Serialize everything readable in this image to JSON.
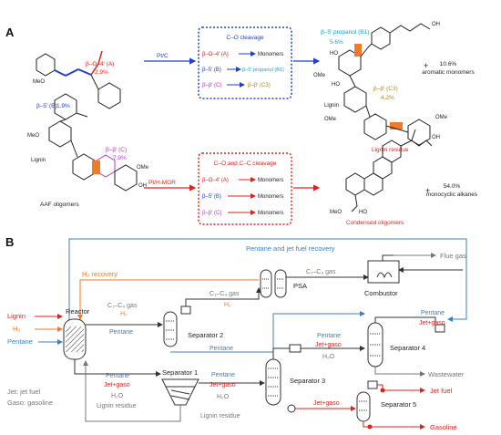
{
  "colors": {
    "blue": "#1f3fd6",
    "red": "#e0221c",
    "orange": "#f07a2a",
    "cyan": "#1a9fc3",
    "magenta": "#b23ac8",
    "olive": "#b08a28",
    "grey": "#777777",
    "steel": "#3f7fbf"
  },
  "panelA": {
    "label": "A",
    "catalyst_top": "Pt/C",
    "catalyst_bottom": "Pt/H-MOR",
    "box_top": {
      "title": "C–O cleavage",
      "rows": [
        {
          "left": "β–O–4′ (A)",
          "right": "Monomers"
        },
        {
          "left": "β–5′ (B)",
          "right": "β–5′ propanol (B1)"
        },
        {
          "left": "β–β′ (C)",
          "right": "β–β′ (C3)"
        }
      ]
    },
    "box_bottom": {
      "title": "C–O and C–C cleavage",
      "rows": [
        {
          "left": "β–O–4′ (A)",
          "right": "Monomers"
        },
        {
          "left": "β–5′ (B)",
          "right": "Monomers"
        },
        {
          "left": "β–β′ (C)",
          "right": "Monomers"
        }
      ]
    },
    "aaf": {
      "a_label": "β–O–4′ (A)",
      "a_pct": "2.9%",
      "b_label": "β–5′ (B)",
      "b_pct": "1.9%",
      "c_label": "β–β′ (C)",
      "c_pct": "7.9%",
      "name": "AAF oligomers",
      "meo1": "MeO",
      "meo2": "MeO",
      "meo3": "OMe",
      "lignin": "Lignin",
      "oh": "OH"
    },
    "residue": {
      "b1_label": "β–5′ propanol (B1)",
      "b1_pct": "5.6%",
      "c3_label": "β–β′ (C3)",
      "c3_pct": "4.2%",
      "name": "Lignin residue",
      "lignin": "Lignin",
      "omes": [
        "OMe",
        "OMe",
        "OMe"
      ],
      "ohs": [
        "HO",
        "HO",
        "OH",
        "OH"
      ]
    },
    "result_top": {
      "plus": "+",
      "pct": "10.6%",
      "text": "aromatic monomers"
    },
    "result_bottom": {
      "plus": "+",
      "pct": "54.0%",
      "text": "monocyclic alkanes"
    },
    "condensed": {
      "name": "Condensed oligomers",
      "meo": "MeO",
      "ho": "HO"
    }
  },
  "panelB": {
    "label": "B",
    "inputs": [
      "Lignin",
      "H₂",
      "Pentane"
    ],
    "reactor": "Reactor",
    "separators": [
      "Separator 1",
      "Separator 2",
      "Separator 3",
      "Separator 4",
      "Separator 5"
    ],
    "psa": "PSA",
    "combustor": "Combustor",
    "top_line": "Pentane and jet fuel recovery",
    "h2_recovery": "H₂ recovery",
    "flue_gas": "Flue gas",
    "c1c4_gas": "C₁–C₄ gas",
    "h2": "H₂",
    "pentane": "Pentane",
    "jetgaso": "Jet+gaso",
    "h2o": "H₂O",
    "lignin_residue": "Lignin residue",
    "wastewater": "Wastewater",
    "jet_fuel": "Jet fuel",
    "gasoline": "Gasoline",
    "legend": [
      "Jet: jet fuel",
      "Gaso: gasoline"
    ]
  }
}
